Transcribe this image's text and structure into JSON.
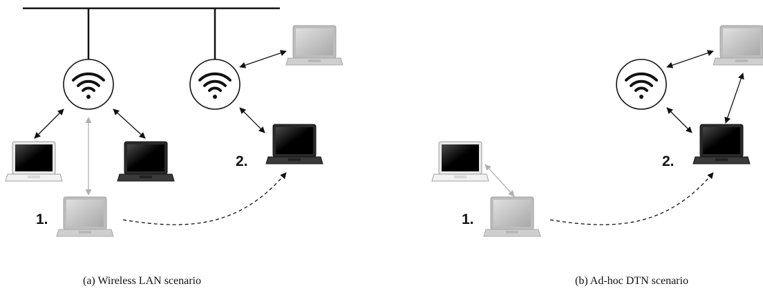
{
  "captions": {
    "a": "(a) Wireless LAN scenario",
    "b": "(b) Ad-hoc DTN scenario"
  },
  "step_labels": {
    "one": "1.",
    "two": "2."
  },
  "icons": {
    "access_point": "wifi-access-point-icon",
    "laptop": "laptop-icon"
  },
  "colors": {
    "black": "#111111",
    "gray_arrow": "#b0b0b0",
    "laptop_faded": "#c9c9c9"
  }
}
